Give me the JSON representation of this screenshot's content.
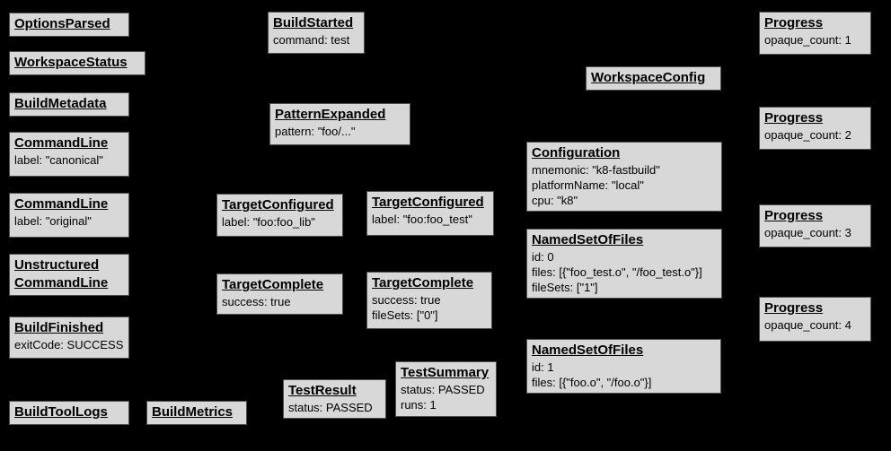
{
  "colors": {
    "background": "#000000",
    "node_fill": "#d8d8d8",
    "node_border": "#4f4f4f",
    "node_text": "#000000"
  },
  "nodes": [
    {
      "title": "OptionsParsed",
      "lines": []
    },
    {
      "title": "WorkspaceStatus",
      "lines": []
    },
    {
      "title": "BuildMetadata",
      "lines": []
    },
    {
      "title": "CommandLine",
      "lines": [
        "label: \"canonical\""
      ]
    },
    {
      "title": "CommandLine",
      "lines": [
        "label: \"original\""
      ]
    },
    {
      "title": "Unstructured\nCommandLine",
      "lines": []
    },
    {
      "title": "BuildFinished",
      "lines": [
        "exitCode: SUCCESS"
      ]
    },
    {
      "title": "BuildToolLogs",
      "lines": []
    },
    {
      "title": "BuildMetrics",
      "lines": []
    },
    {
      "title": "BuildStarted",
      "lines": [
        "command: test"
      ]
    },
    {
      "title": "PatternExpanded",
      "lines": [
        "pattern: \"foo/...\""
      ]
    },
    {
      "title": "TargetConfigured",
      "lines": [
        "label: \"foo:foo_lib\""
      ]
    },
    {
      "title": "TargetComplete",
      "lines": [
        "success: true"
      ]
    },
    {
      "title": "TargetConfigured",
      "lines": [
        "label: \"foo:foo_test\""
      ]
    },
    {
      "title": "TargetComplete",
      "lines": [
        "success: true",
        "fileSets: [\"0\"]"
      ]
    },
    {
      "title": "TestResult",
      "lines": [
        "status: PASSED"
      ]
    },
    {
      "title": "TestSummary",
      "lines": [
        "status: PASSED",
        "runs: 1"
      ]
    },
    {
      "title": "WorkspaceConfig",
      "lines": []
    },
    {
      "title": "Configuration",
      "lines": [
        "mnemonic: \"k8-fastbuild\"",
        "platformName: \"local\"",
        "cpu: \"k8\""
      ]
    },
    {
      "title": "NamedSetOfFiles",
      "lines": [
        "id: 0",
        "files: [{\"foo_test.o\", \"/foo_test.o\"}]",
        "fileSets: [\"1\"]"
      ]
    },
    {
      "title": "NamedSetOfFiles",
      "lines": [
        "id: 1",
        "files: [{\"foo.o\", \"/foo.o\"}]"
      ]
    },
    {
      "title": "Progress",
      "lines": [
        "opaque_count: 1"
      ]
    },
    {
      "title": "Progress",
      "lines": [
        "opaque_count: 2"
      ]
    },
    {
      "title": "Progress",
      "lines": [
        "opaque_count: 3"
      ]
    },
    {
      "title": "Progress",
      "lines": [
        "opaque_count: 4"
      ]
    }
  ]
}
